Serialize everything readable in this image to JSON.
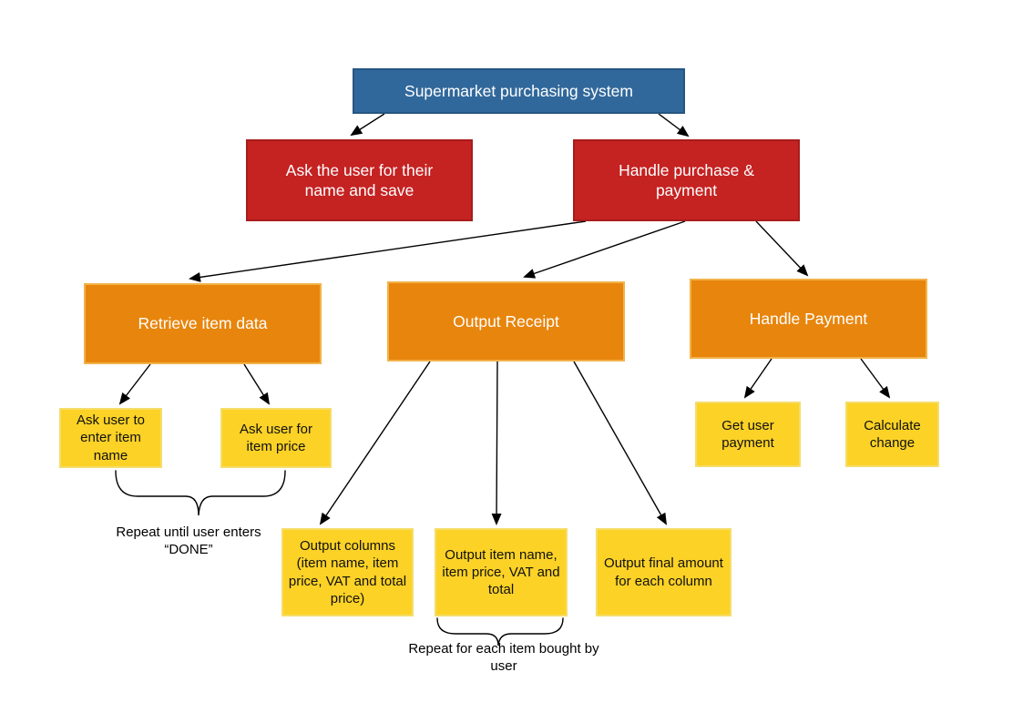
{
  "diagram": {
    "nodes": {
      "root": {
        "label": "Supermarket purchasing system"
      },
      "ask_name": {
        "label": "Ask the user for their name and save"
      },
      "handle_purchase": {
        "label": "Handle purchase & payment"
      },
      "retrieve_item_data": {
        "label": "Retrieve item data"
      },
      "output_receipt": {
        "label": "Output Receipt"
      },
      "handle_payment": {
        "label": "Handle Payment"
      },
      "ask_item_name": {
        "label": "Ask user to enter item name"
      },
      "ask_item_price": {
        "label": "Ask user for item price"
      },
      "output_columns": {
        "label": "Output columns (item name, item price, VAT and total price)"
      },
      "output_item_details": {
        "label": "Output item name, item price, VAT and total"
      },
      "output_final_amount": {
        "label": "Output final amount for each column"
      },
      "get_user_payment": {
        "label": "Get user payment"
      },
      "calculate_change": {
        "label": "Calculate change"
      }
    },
    "annotations": {
      "repeat_until_done": "Repeat until user enters “DONE”",
      "repeat_each_item": "Repeat for each item bought by user"
    },
    "colors": {
      "level1_fill": "#31689b",
      "level1_border": "#255682",
      "level2_fill": "#c52222",
      "level2_border": "#a81c1c",
      "level3_fill": "#e8850c",
      "level3_border": "#f2b24a",
      "level4_fill": "#fcd226",
      "level4_border": "#f5dd6a",
      "text_on_dark": "#ffffff",
      "text_on_yellow": "#111111",
      "arrow": "#000000"
    }
  }
}
